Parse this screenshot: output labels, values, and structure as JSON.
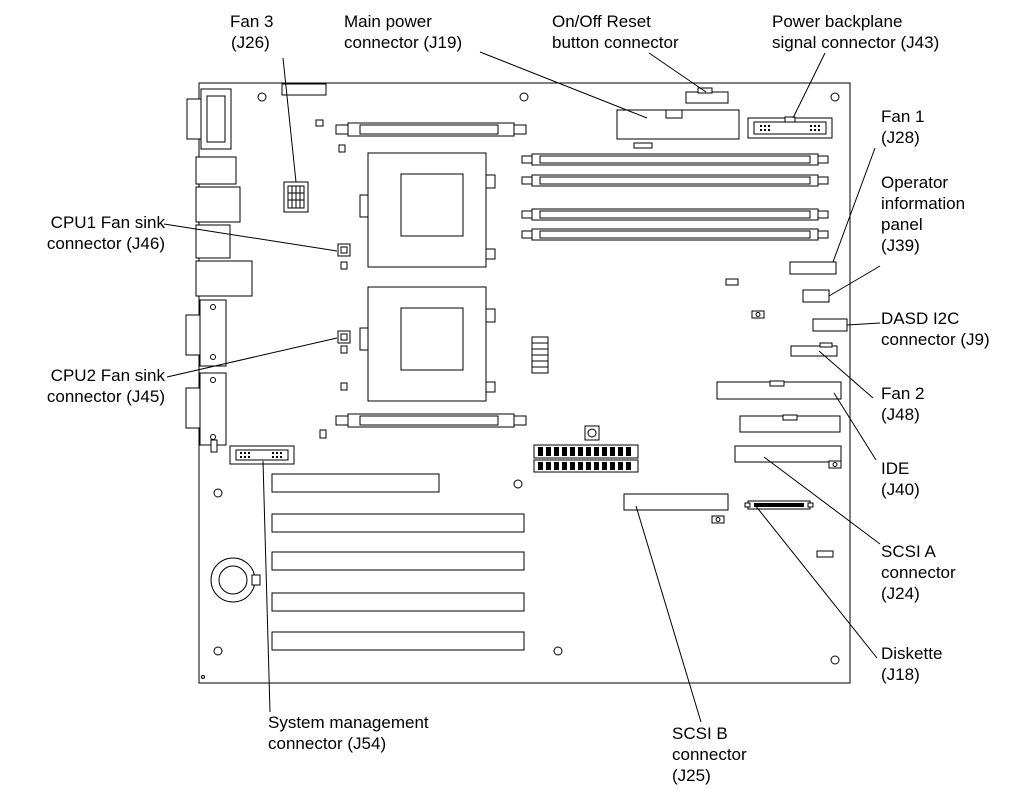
{
  "labels": {
    "fan3": [
      "Fan 3",
      "(J26)"
    ],
    "main_power": [
      "Main power",
      "connector (J19)"
    ],
    "onoff_reset": [
      "On/Off Reset",
      "button connector"
    ],
    "power_backplane": [
      "Power backplane",
      "signal connector (J43)"
    ],
    "fan1": [
      "Fan 1",
      "(J28)"
    ],
    "operator_panel": [
      "Operator",
      "information",
      "panel",
      "(J39)"
    ],
    "dasd_i2c": [
      "DASD I2C",
      "connector (J9)"
    ],
    "fan2": [
      "Fan 2",
      "(J48)"
    ],
    "ide": [
      "IDE",
      "(J40)"
    ],
    "scsi_a": [
      "SCSI A",
      "connector",
      "(J24)"
    ],
    "diskette": [
      "Diskette",
      "(J18)"
    ],
    "scsi_b": [
      "SCSI B",
      "connector",
      "(J25)"
    ],
    "system_mgmt": [
      "System management",
      "connector (J54)"
    ],
    "cpu1_fan": [
      "CPU1 Fan sink",
      "connector (J46)"
    ],
    "cpu2_fan": [
      "CPU2 Fan sink",
      "connector (J45)"
    ]
  }
}
